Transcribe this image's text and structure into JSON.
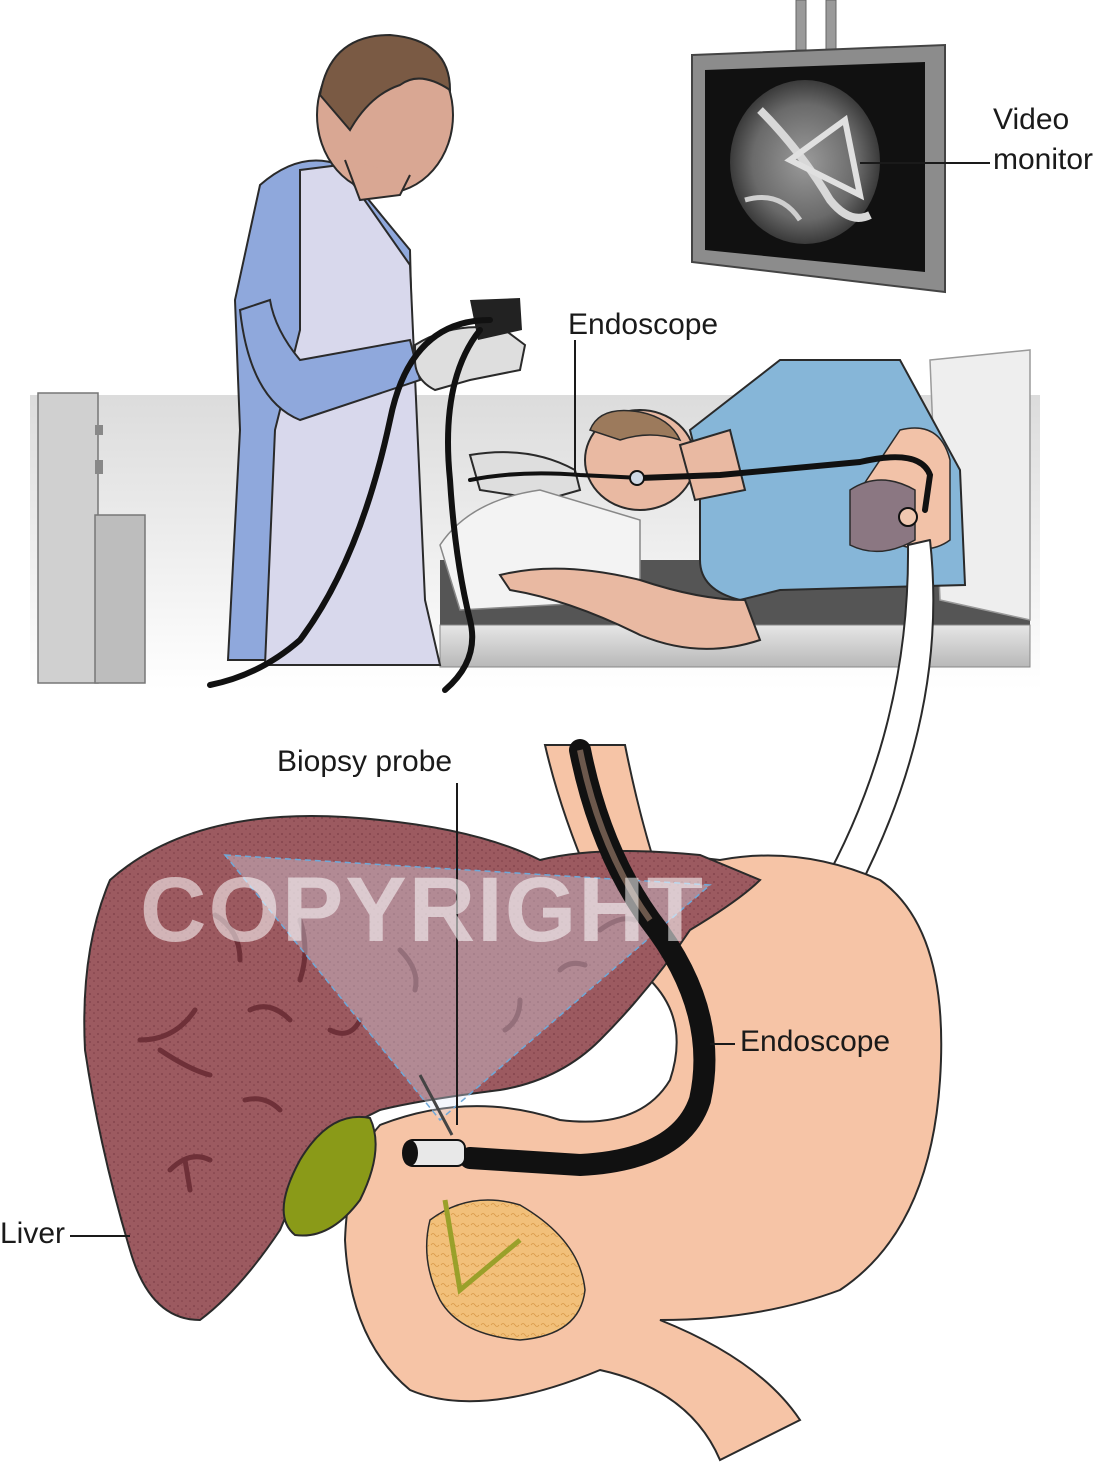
{
  "labels": {
    "video_monitor_line1": "Video",
    "video_monitor_line2": "monitor",
    "endoscope_top": "Endoscope",
    "biopsy_probe": "Biopsy probe",
    "endoscope_bottom": "Endoscope",
    "liver": "Liver"
  },
  "watermark": "COPYRIGHT",
  "colors": {
    "liver": "#9c5a60",
    "liver_dark": "#6e3038",
    "stomach": "#f6c4a6",
    "stomach_dark": "#d9927a",
    "gallbladder": "#8a9a18",
    "pancreas": "#f2c07a",
    "gown": "#8fa8dc",
    "apron": "#d8d8ec",
    "patient_shirt": "#86b6d8",
    "skin": "#e9b9a2",
    "scope": "#111111",
    "monitor_frame": "#8c8c8c"
  },
  "icons": {
    "arrow": "curved-arrow-icon",
    "monitor": "video-monitor-icon"
  }
}
